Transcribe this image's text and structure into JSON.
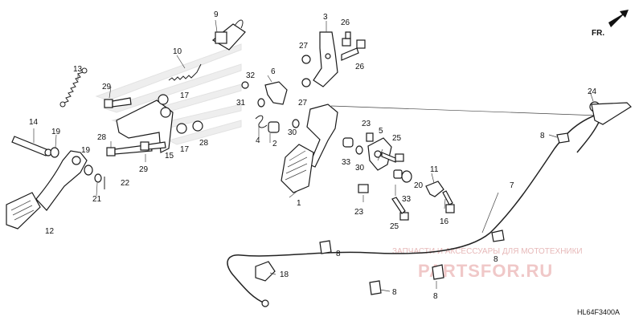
{
  "direction_label": "FR.",
  "diagram_code": "HL64F3400A",
  "watermark": {
    "line1": "ЗАПЧАСТИ И АКСЕССУАРЫ ДЛЯ МОТОТЕХНИКИ",
    "line2": "PARTSFOR.RU"
  },
  "callouts": {
    "c1": "1",
    "c2": "2",
    "c3": "3",
    "c4": "4",
    "c5": "5",
    "c6": "6",
    "c7": "7",
    "c8a": "8",
    "c8b": "8",
    "c8c": "8",
    "c8d": "8",
    "c8e": "8",
    "c9": "9",
    "c10": "10",
    "c11": "11",
    "c12": "12",
    "c13": "13",
    "c14": "14",
    "c15": "15",
    "c16": "16",
    "c17a": "17",
    "c17b": "17",
    "c18": "18",
    "c19a": "19",
    "c19b": "19",
    "c20": "20",
    "c21": "21",
    "c22": "22",
    "c23a": "23",
    "c23b": "23",
    "c24": "24",
    "c25a": "25",
    "c25b": "25",
    "c26a": "26",
    "c26b": "26",
    "c27a": "27",
    "c27b": "27",
    "c28a": "28",
    "c28b": "28",
    "c29a": "29",
    "c29b": "29",
    "c30a": "30",
    "c30b": "30",
    "c31": "31",
    "c32": "32",
    "c33a": "33",
    "c33b": "33"
  },
  "colors": {
    "line": "#1a1a1a",
    "watermark": "#e7b9b9",
    "background": "#ffffff"
  },
  "icons": [
    "direction-arrow-icon",
    "honda-wing-logo"
  ]
}
